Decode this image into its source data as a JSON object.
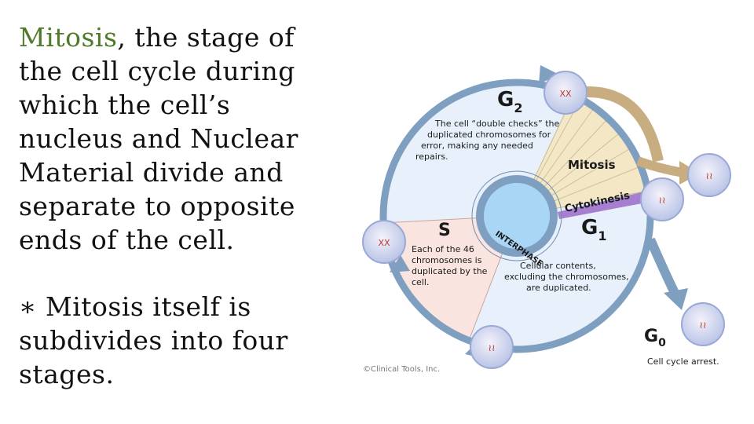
{
  "text": {
    "highlight": "Mitosis",
    "para1_rest": ", the stage of the cell cycle during which the cell’s nucleus and Nuclear Material divide and separate to opposite ends of the cell.",
    "note": "∗ Mitosis itself is subdivides into four stages."
  },
  "diagram": {
    "g2_label": "G",
    "g2_sub": "2",
    "g2_desc": [
      "The cell “double checks” the",
      "duplicated chromosomes for",
      "error, making any needed",
      "repairs."
    ],
    "mitosis_label": "Mitosis",
    "cytokinesis_label": "Cytokinesis",
    "interphase_label": "INTERPHASE",
    "g1_label": "G",
    "g1_sub": "1",
    "g1_desc": [
      "Cellular contents,",
      "excluding the chromosomes,",
      "are duplicated."
    ],
    "s_label": "S",
    "s_desc": [
      "Each of the 46",
      "chromosomes is",
      "duplicated by the",
      "cell."
    ],
    "g0_label": "G",
    "g0_sub": "0",
    "g0_desc": "Cell cycle arrest.",
    "copyright": "©Clinical Tools, Inc."
  },
  "colors": {
    "highlight_text": "#4f7a28",
    "ring": "#7f9fc1",
    "interphase_fill": "#e8f1fb",
    "s_phase_fill": "#f9e4df",
    "mitosis_fill": "#f3e7c6",
    "cytokinesis_band": "#a77fd0",
    "nucleus": "#a9d6f5"
  }
}
